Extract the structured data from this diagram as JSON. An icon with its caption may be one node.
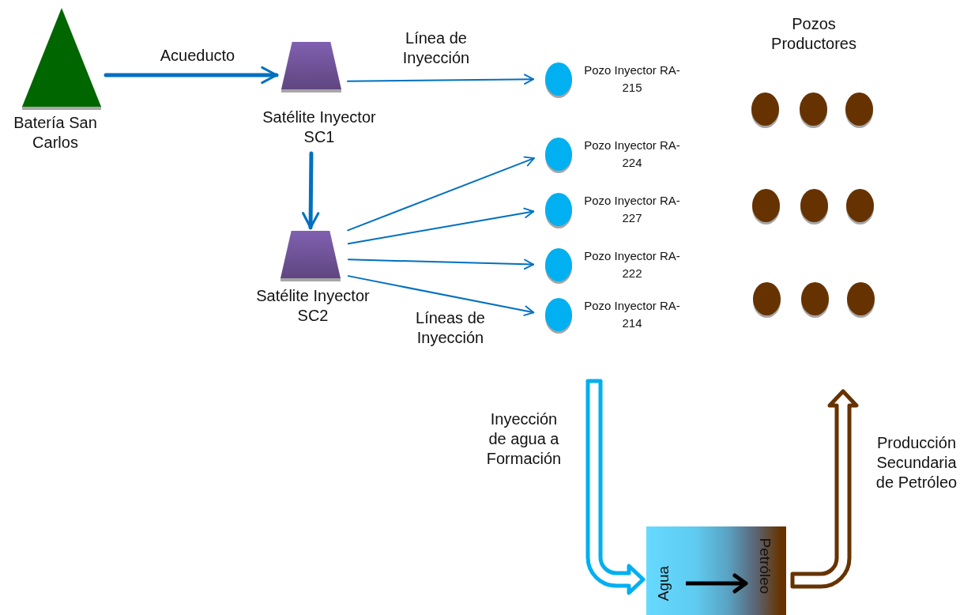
{
  "diagram": {
    "nodes": [
      {
        "text": [
          "Batería San Carlos"
        ]
      },
      {
        "text": [
          "Satélite Inyector SC1"
        ]
      },
      {
        "text": [
          "Satélite Inyector SC2"
        ]
      },
      {
        "text": [
          "Pozo Inyector RA-215"
        ]
      },
      {
        "text": [
          "Pozo Inyector RA-224"
        ]
      },
      {
        "text": [
          "Pozo Inyector RA-227"
        ]
      },
      {
        "text": [
          "Pozo Inyector RA-222"
        ]
      },
      {
        "text": [
          "Pozo Inyector RA-214"
        ]
      },
      {
        "text": [],
        "shape": "circle"
      },
      {
        "text": [],
        "shape": "circle"
      },
      {
        "text": [],
        "shape": "circle"
      },
      {
        "text": [],
        "shape": "circle"
      },
      {
        "text": [],
        "shape": "circle"
      },
      {
        "text": [],
        "shape": "circle"
      },
      {
        "text": [],
        "shape": "circle"
      },
      {
        "text": [],
        "shape": "circle"
      },
      {
        "text": [],
        "shape": "circle"
      },
      {
        "text": [
          "Agua",
          "Petróleo"
        ]
      }
    ],
    "edges": [
      {
        "from": 0,
        "to": 1,
        "arrow": "to",
        "label": "Acueducto",
        "style": "thick"
      },
      {
        "from": 1,
        "to": 2,
        "arrow": "to",
        "style": "thick"
      },
      {
        "from": 1,
        "to": 3,
        "arrow": "to",
        "label": "Línea de Inyección"
      },
      {
        "from": 2,
        "to": 4,
        "arrow": "to"
      },
      {
        "from": 2,
        "to": 5,
        "arrow": "to"
      },
      {
        "from": 2,
        "to": 6,
        "arrow": "to"
      },
      {
        "from": 2,
        "to": 7,
        "arrow": "to"
      },
      {
        "from": null,
        "to": 17,
        "arrow": "to",
        "label": "Inyección de agua a Formación",
        "style": "thick",
        "color": "#00b0f0"
      },
      {
        "from": 17,
        "to": null,
        "arrow": "to",
        "label": "Producción Secundaria de Petróleo",
        "style": "thick",
        "color": "#663300"
      }
    ],
    "labels": [
      "Pozos Productores",
      "Líneas de Inyección"
    ]
  }
}
